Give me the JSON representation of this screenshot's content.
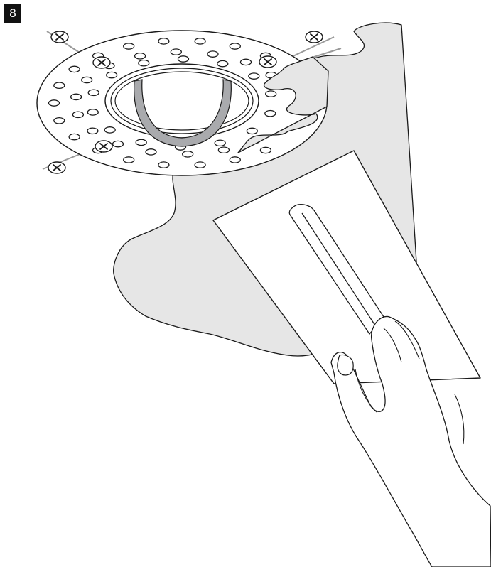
{
  "step_number": "8",
  "colors": {
    "compound": "#e6e6e6",
    "outline": "#1a1a1a",
    "gasket": "#a9aaad",
    "screw_arm": "#9a9a9a",
    "badge_bg": "#111111",
    "badge_text": "#ffffff"
  },
  "icons": {
    "screw": "phillips-screw-icon",
    "trowel": "drywall-trowel",
    "hand": "hand"
  }
}
